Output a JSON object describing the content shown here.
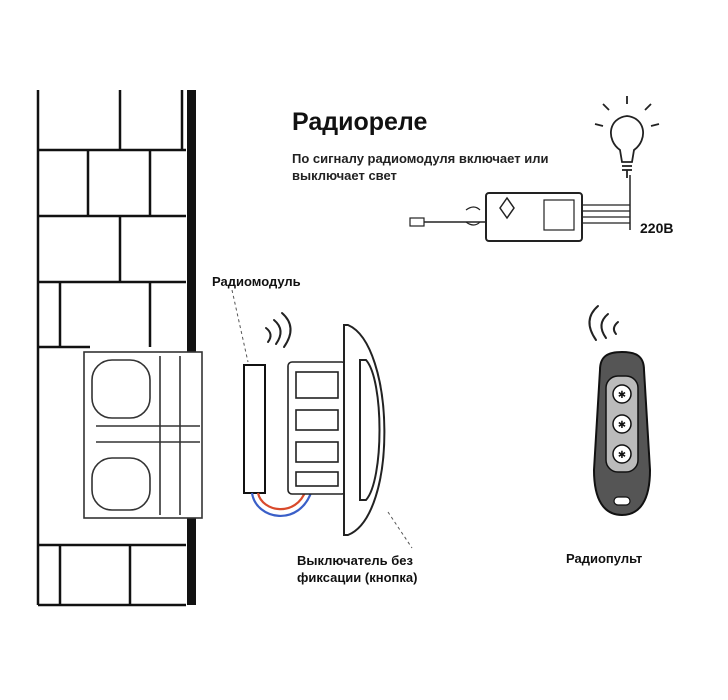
{
  "relay": {
    "title": "Радиореле",
    "description": "По сигналу радиомодуля включает или выключает свет",
    "voltage": "220В"
  },
  "labels": {
    "radio_module": "Радиомодуль",
    "switch": "Выключатель без фиксации (кнопка)",
    "remote": "Радиопульт"
  },
  "colors": {
    "line": "#111111",
    "wire_blue": "#3a5fc8",
    "wire_red": "#d94a2b",
    "remote_body": "#555555"
  },
  "icons": [
    "light-bulb-icon",
    "radio-waves-icon",
    "brick-wall-icon"
  ]
}
